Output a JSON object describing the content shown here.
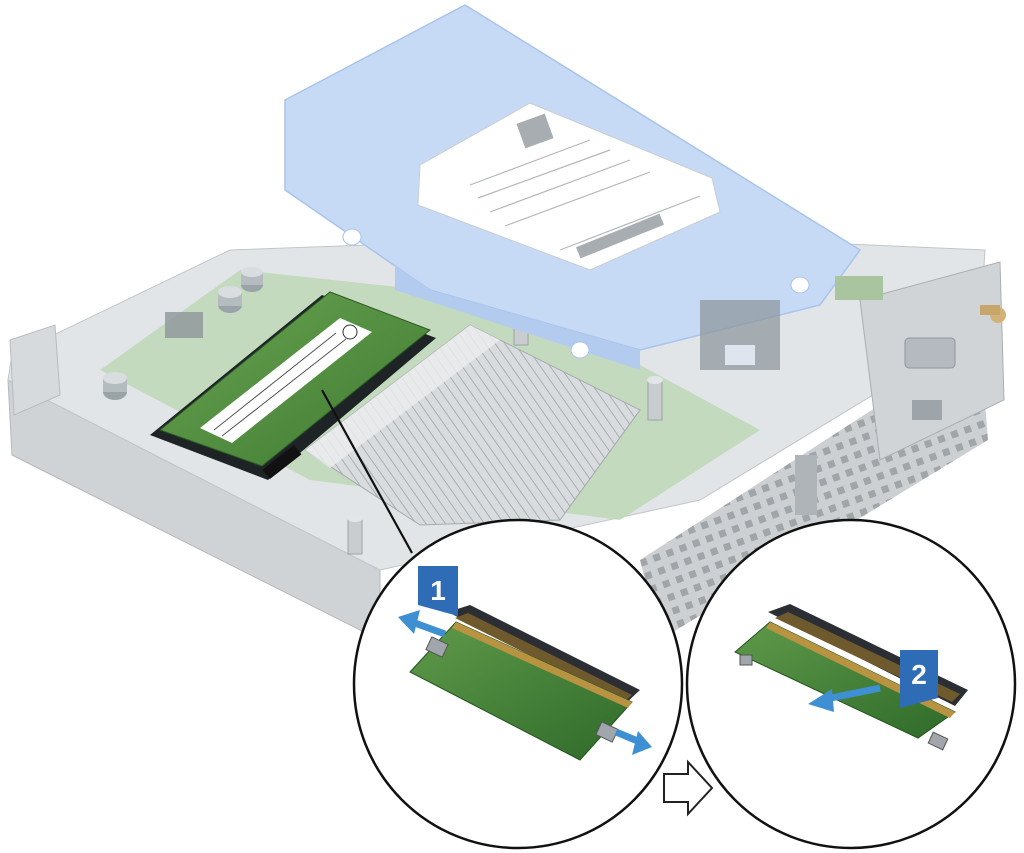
{
  "figure": {
    "steps": [
      {
        "number": "1",
        "action": "spread-securing-clips"
      },
      {
        "number": "2",
        "action": "slide-module-out"
      }
    ],
    "colors": {
      "step_badge": "#2e6db5",
      "arrow": "#3f8fd3",
      "hdd_bracket": "#c6daf5",
      "memory_pcb": "#4f8a3c",
      "chassis": "#d5d8da",
      "outline": "#222222"
    },
    "icons": {
      "sequence_arrow": "hollow-right-arrow-icon",
      "direction_arrow": "blue-arrow-icon"
    }
  }
}
